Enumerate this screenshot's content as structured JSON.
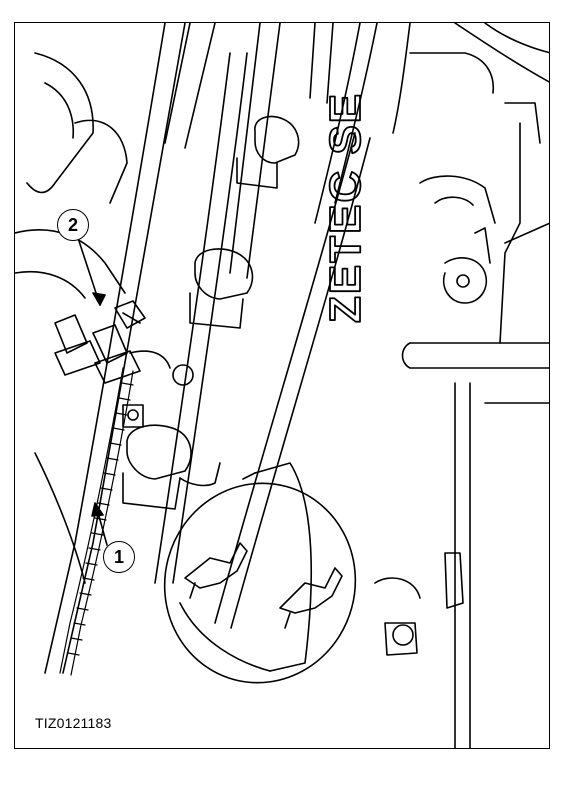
{
  "figure": {
    "id_label": "TIZ0121183",
    "cover_text": "ZETEC SE",
    "callouts": [
      {
        "label": "1"
      },
      {
        "label": "2"
      }
    ]
  }
}
